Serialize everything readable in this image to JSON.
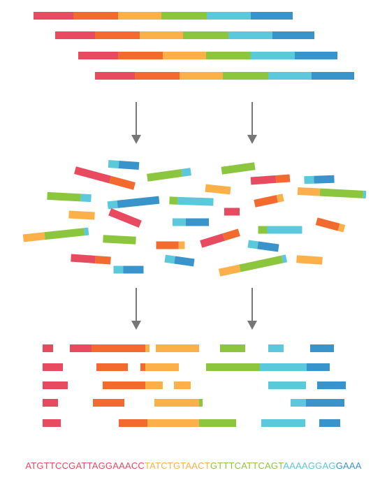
{
  "colors": {
    "red": "#e84a5f",
    "orange": "#f26a2e",
    "yellow": "#fbb04a",
    "green": "#8cc63f",
    "cyan": "#5bc8dc",
    "blue": "#3a94cc",
    "arrow": "#777777"
  },
  "icons": {
    "arrow": "down-arrow-icon"
  },
  "sequence": [
    {
      "text": "ATGTTCCGATTAGGAAACC",
      "color": "#e84a5f"
    },
    {
      "text": "TATCTGTAACT",
      "color": "#fbb04a"
    },
    {
      "text": "GTTTCATTCAGT",
      "color": "#8cc63f"
    },
    {
      "text": "AAAAGGAG",
      "color": "#5bc8dc"
    },
    {
      "text": "GAAA",
      "color": "#3a94cc"
    }
  ]
}
